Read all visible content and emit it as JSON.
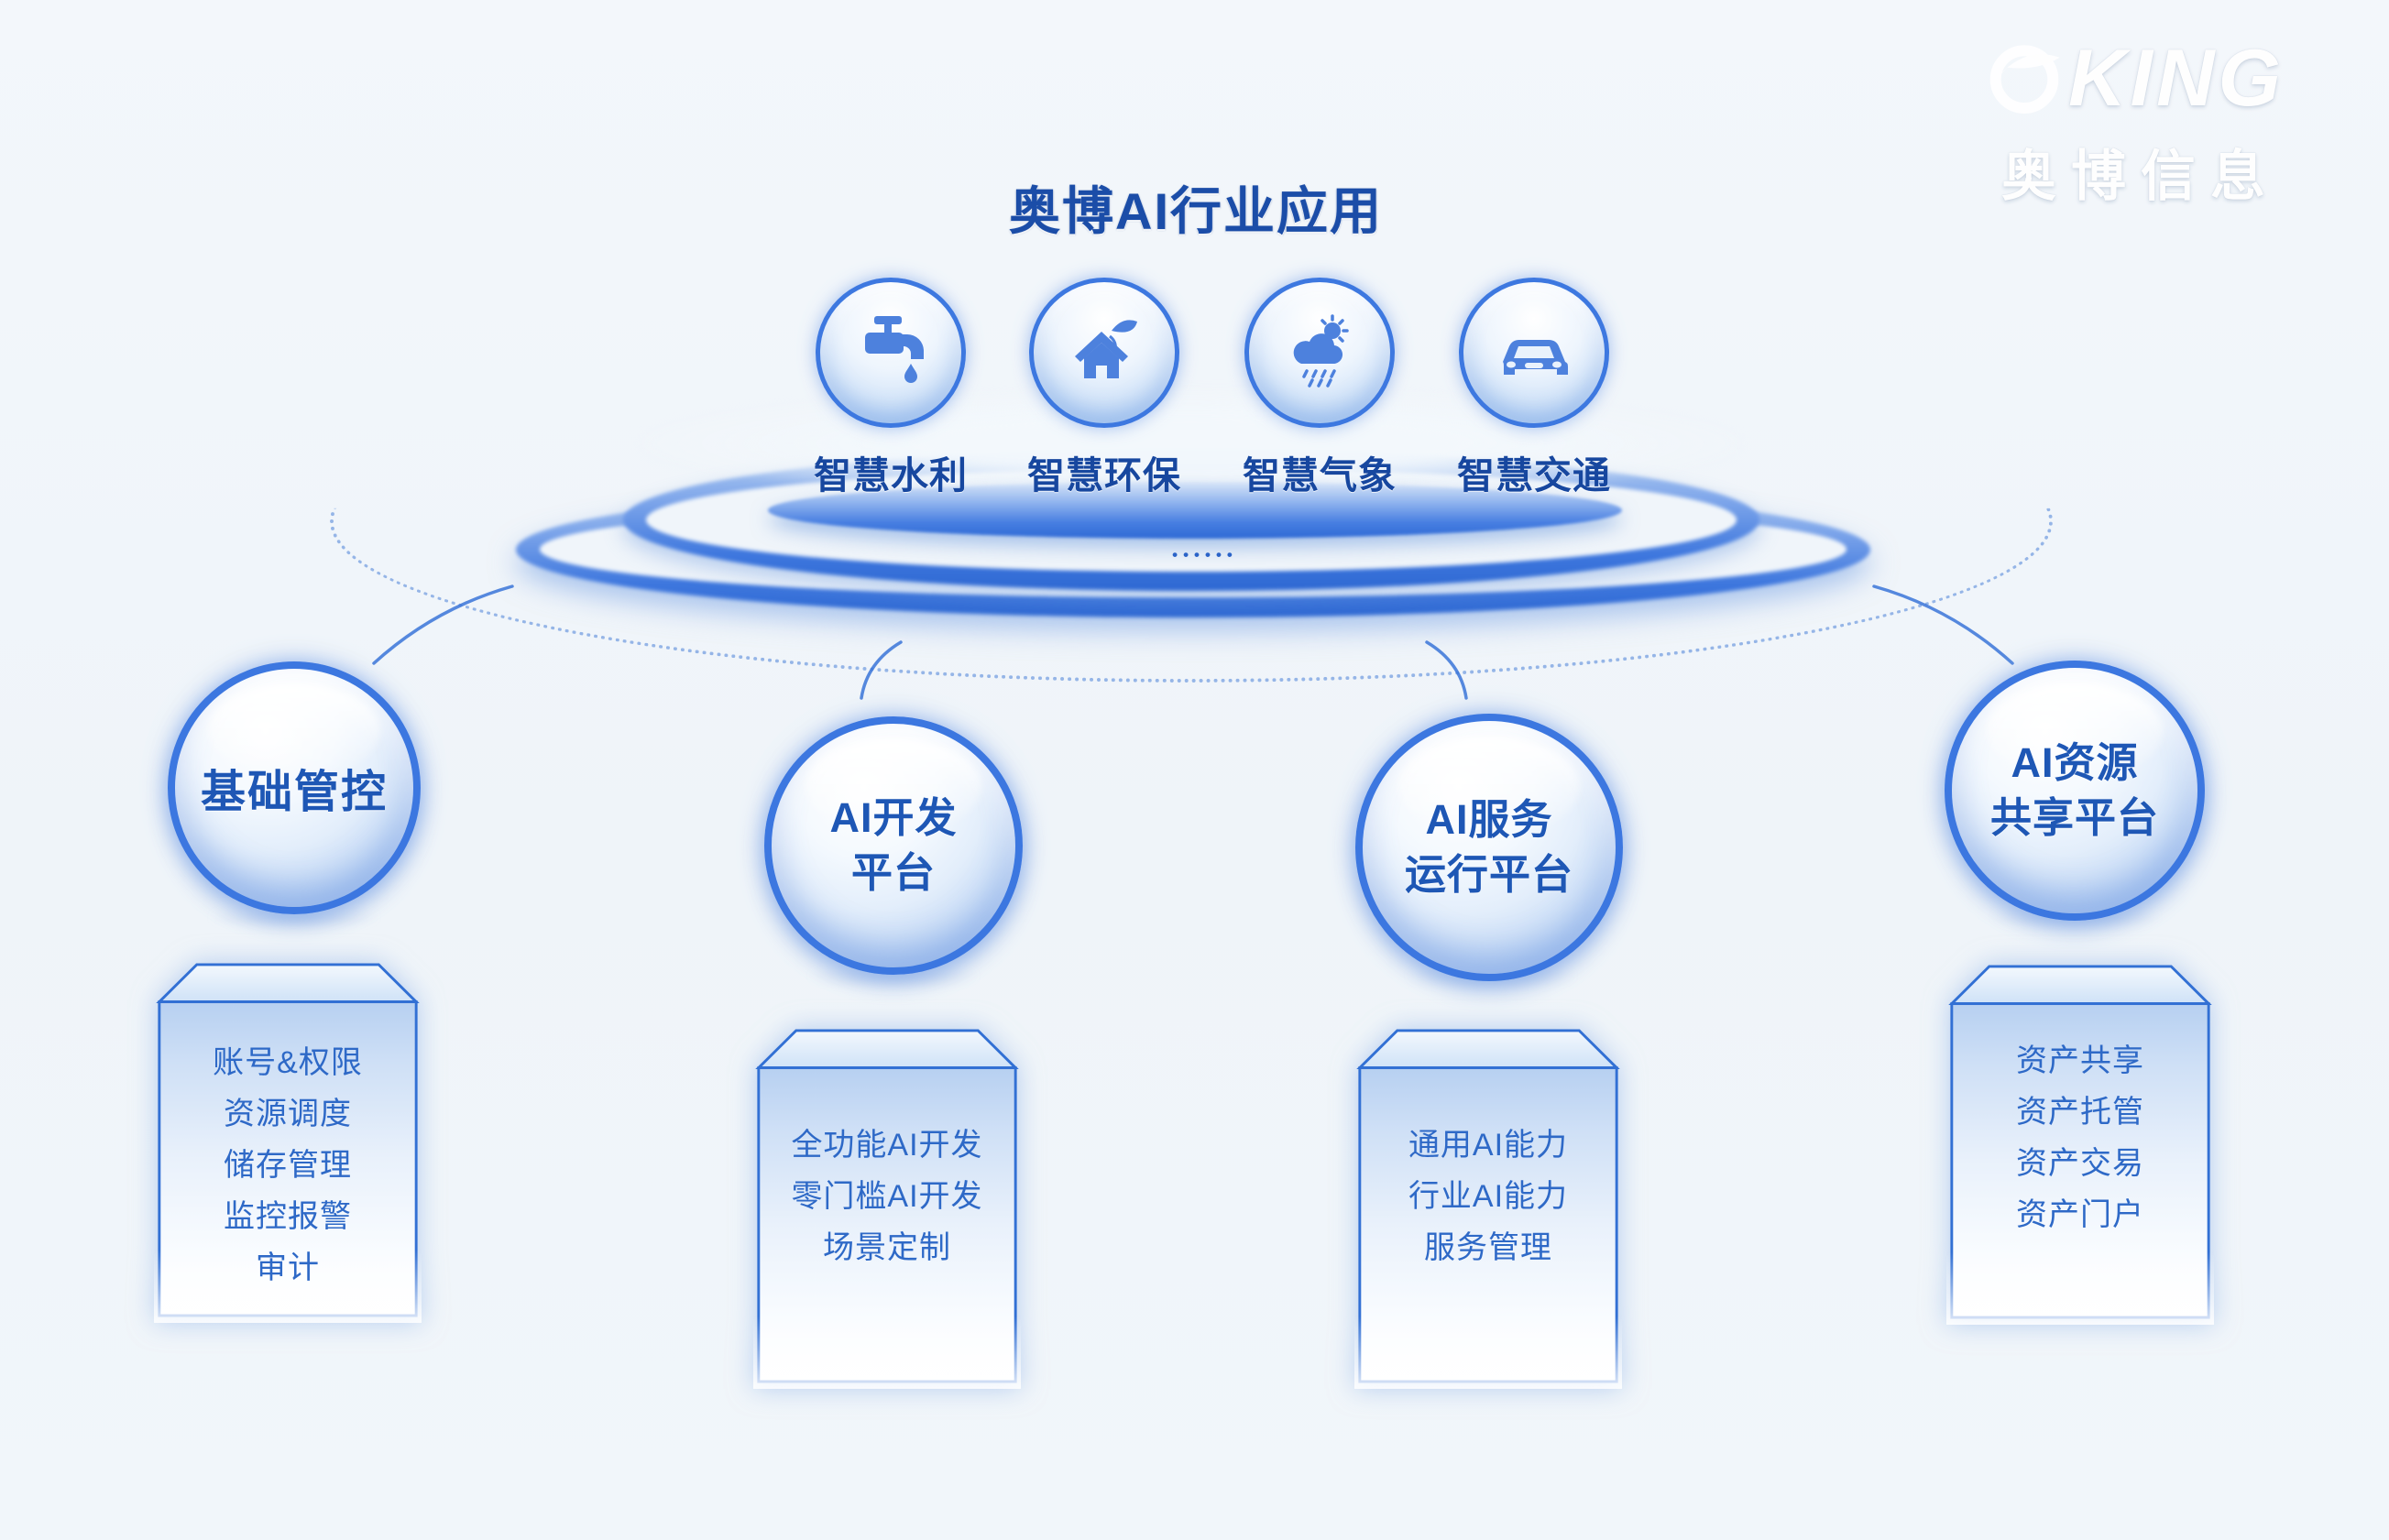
{
  "page": {
    "title": "奥博AI行业应用",
    "background": "#f0f5fa"
  },
  "logo": {
    "brand": "KING",
    "subtitle": "奥博信息"
  },
  "applications": [
    {
      "label": "智慧水利",
      "icon": "faucet-icon"
    },
    {
      "label": "智慧环保",
      "icon": "eco-house-icon"
    },
    {
      "label": "智慧气象",
      "icon": "weather-icon"
    },
    {
      "label": "智慧交通",
      "icon": "car-icon"
    }
  ],
  "disc": {
    "ellipsis": "••••••"
  },
  "platforms": [
    {
      "title": "基础管控",
      "title_lines": [
        "基础管控"
      ],
      "items": [
        "账号&权限",
        "资源调度",
        "储存管理",
        "监控报警",
        "审计"
      ]
    },
    {
      "title": "AI开发平台",
      "title_lines": [
        "AI开发",
        "平台"
      ],
      "items": [
        "全功能AI开发",
        "零门槛AI开发",
        "场景定制"
      ]
    },
    {
      "title": "AI服务运行平台",
      "title_lines": [
        "AI服务",
        "运行平台"
      ],
      "items": [
        "通用AI能力",
        "行业AI能力",
        "服务管理"
      ]
    },
    {
      "title": "AI资源共享平台",
      "title_lines": [
        "AI资源",
        "共享平台"
      ],
      "items": [
        "资产共享",
        "资产托管",
        "资产交易",
        "资产门户"
      ]
    }
  ],
  "colors": {
    "accent": "#2f6bd8",
    "title_text": "#1b4da8",
    "sphere_text": "#1e57b5",
    "item_text": "#2e69c7",
    "ring_blue": "#4b82e3",
    "background": "#f0f5fa"
  }
}
